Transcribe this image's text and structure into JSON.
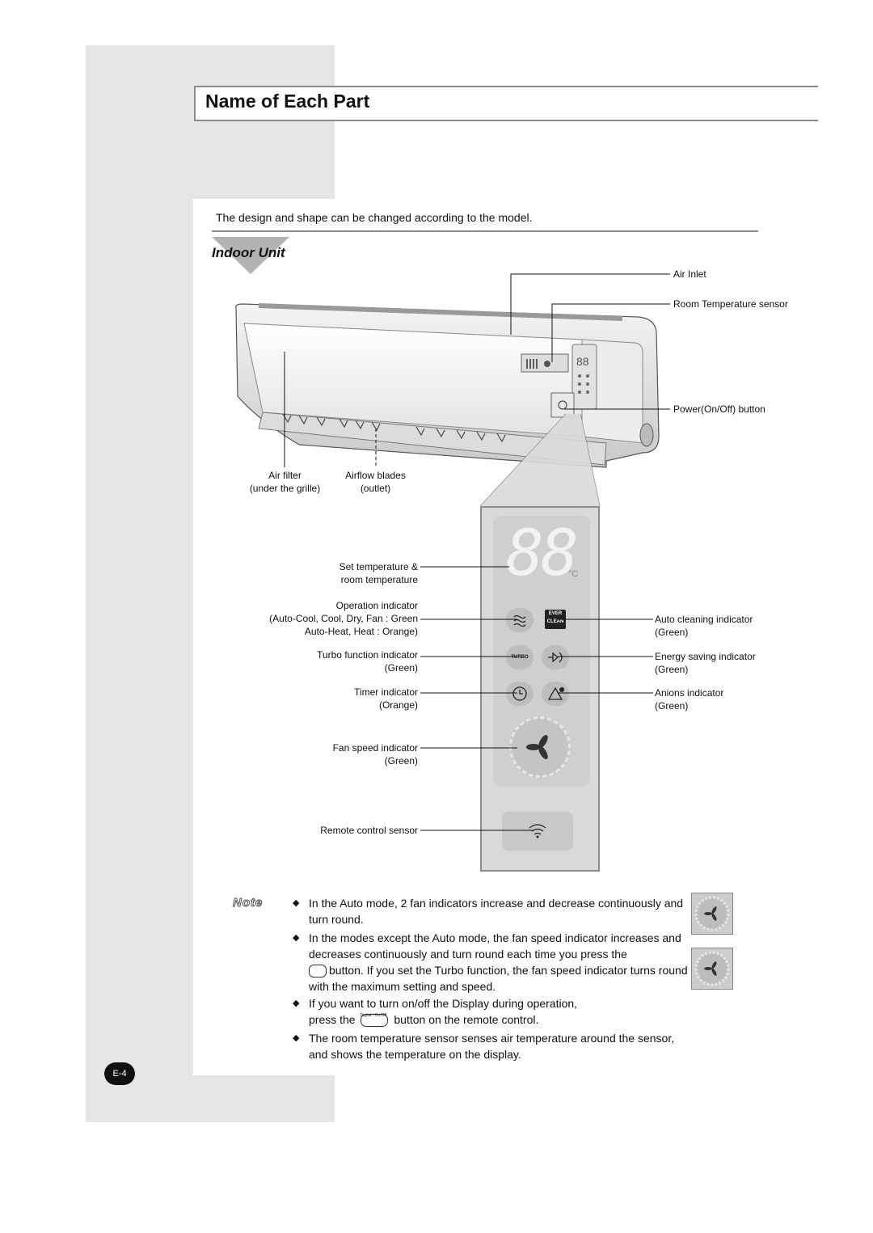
{
  "page": {
    "title": "Name of Each Part",
    "intro": "The design and shape can be changed according to the model.",
    "section_title": "Indoor Unit",
    "page_number": "E-4"
  },
  "unit_labels": {
    "air_inlet": "Air Inlet",
    "room_temp_sensor": "Room Temperature sensor",
    "power_button": "Power(On/Off) button",
    "air_filter_1": "Air filter",
    "air_filter_2": "(under the grille)",
    "airflow_1": "Airflow blades",
    "airflow_2": "(outlet)"
  },
  "display_labels": {
    "set_temp_1": "Set temperature &",
    "set_temp_2": "room temperature",
    "operation_1": "Operation indicator",
    "operation_2": "(Auto-Cool, Cool, Dry, Fan : Green",
    "operation_3": "Auto-Heat, Heat : Orange)",
    "turbo_1": "Turbo function indicator",
    "turbo_2": "(Green)",
    "timer_1": "Timer indicator",
    "timer_2": "(Orange)",
    "fan_1": "Fan speed indicator",
    "fan_2": "(Green)",
    "remote_sensor": "Remote control sensor",
    "auto_clean_1": "Auto cleaning indicator",
    "auto_clean_2": "(Green)",
    "energy_1": "Energy saving indicator",
    "energy_2": "(Green)",
    "anions_1": "Anions indicator",
    "anions_2": "(Green)"
  },
  "display": {
    "digits": "88",
    "unit": "°C",
    "ever_clean_1": "EVER",
    "ever_clean_2": "CLEAN",
    "turbo": "TURBO"
  },
  "notes": {
    "label": "Note",
    "items": [
      "In the Auto mode, 2 fan indicators increase and decrease continuously and turn round.",
      "In the modes except the Auto mode, the fan speed indicator increases and decreases continuously and turn round each time you press the",
      "button. If you set the Turbo function, the fan speed indicator turns round with the maximum setting and speed.",
      "If you want to turn on/off the Display during operation,",
      "press the",
      "button on the remote control.",
      "The room temperature sensor senses air temperature around the sensor, and shows the temperature on the display."
    ],
    "remote_button_label": "Digital / On/Off"
  },
  "colors": {
    "sidebar": "#e6e6e6",
    "rule": "#8a8a8a",
    "panel": "#d9d9d9"
  }
}
